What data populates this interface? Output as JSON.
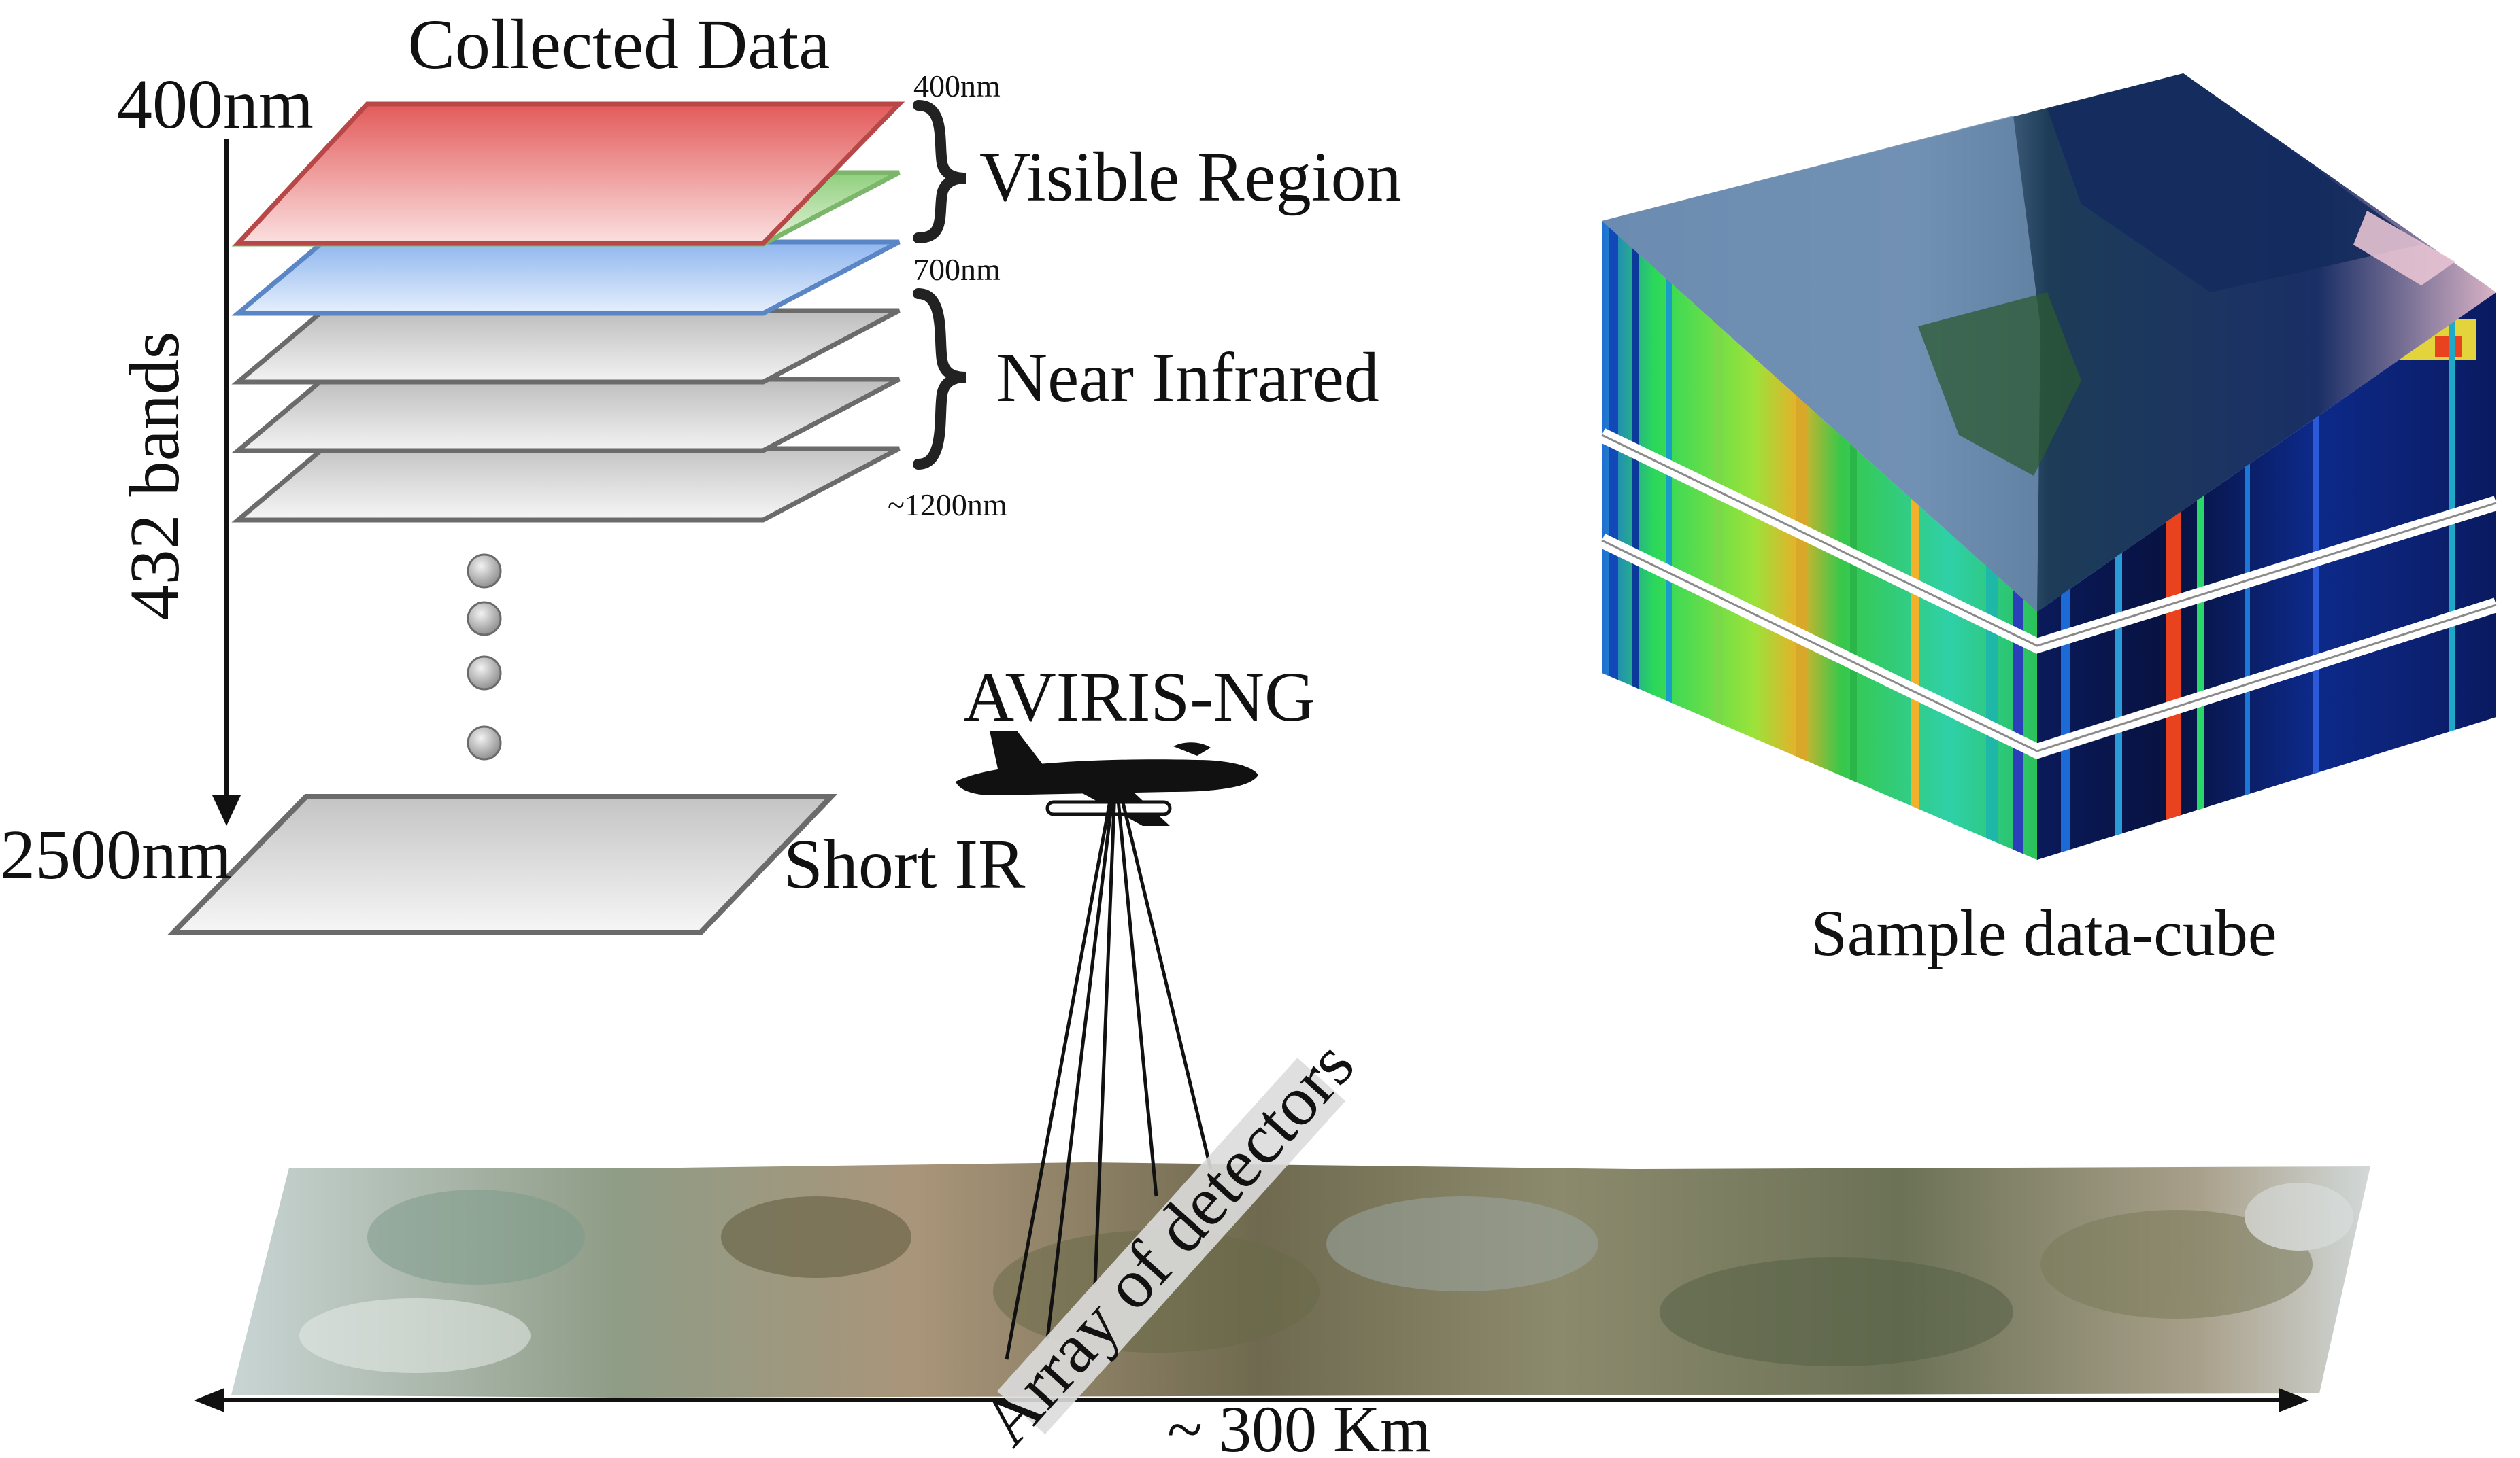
{
  "collected": {
    "title": "Collected Data",
    "start_wavelength": "400nm",
    "end_wavelength": "2500nm",
    "band_count_label": "432 bands",
    "layer_colors": {
      "red": "#e87878",
      "green": "#a8d498",
      "blue": "#a8c4ee",
      "gray": "#cfcfcf"
    }
  },
  "regions": {
    "visible_start": "400nm",
    "visible_label": "Visible Region",
    "visible_end": "700nm",
    "nir_label": "Near Infrared",
    "nir_end": "~1200nm",
    "short_ir_label": "Short IR"
  },
  "sensor": {
    "name": "AVIRIS-NG",
    "detectors_label": "Array of detectors"
  },
  "ground": {
    "width_label": "~ 300 Km"
  },
  "cube": {
    "caption": "Sample data-cube"
  }
}
